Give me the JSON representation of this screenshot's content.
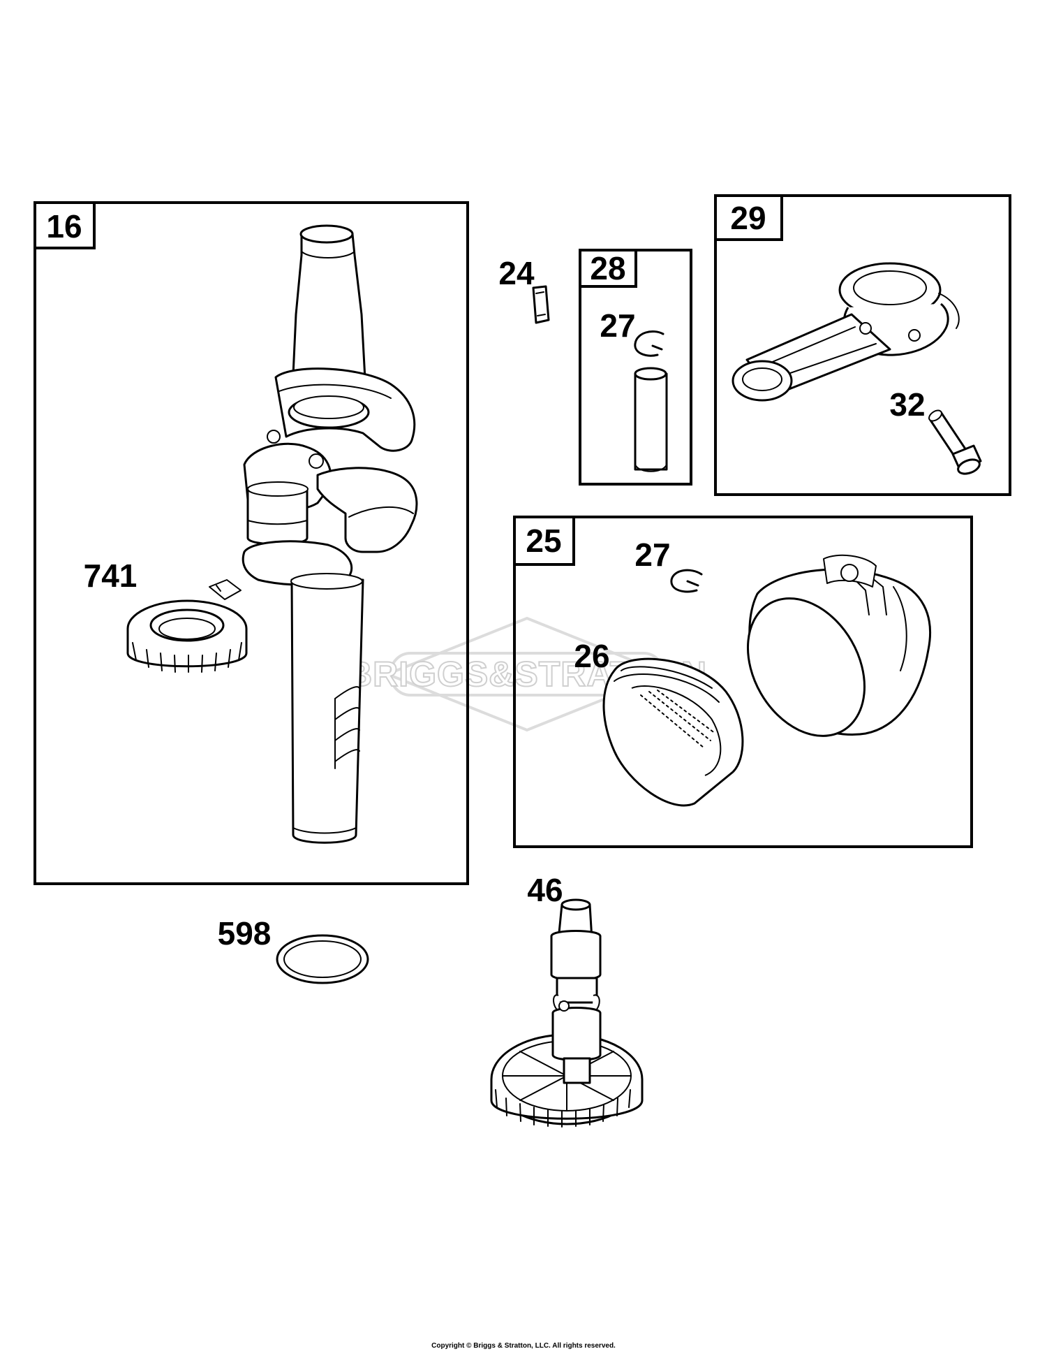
{
  "diagram": {
    "watermark": "BRIGGS&STRATTON",
    "copyright": "Copyright © Briggs & Stratton, LLC. All rights reserved.",
    "boxes": {
      "crankshaft": "16",
      "piston_pin_assembly": "28",
      "connecting_rod_assembly": "29",
      "piston_assembly": "25"
    },
    "callouts": {
      "key": "24",
      "retainer_top": "27",
      "bolt": "32",
      "retainer_piston": "27",
      "rings": "26",
      "timing_gear": "741",
      "camshaft": "46",
      "washer": "598"
    }
  }
}
